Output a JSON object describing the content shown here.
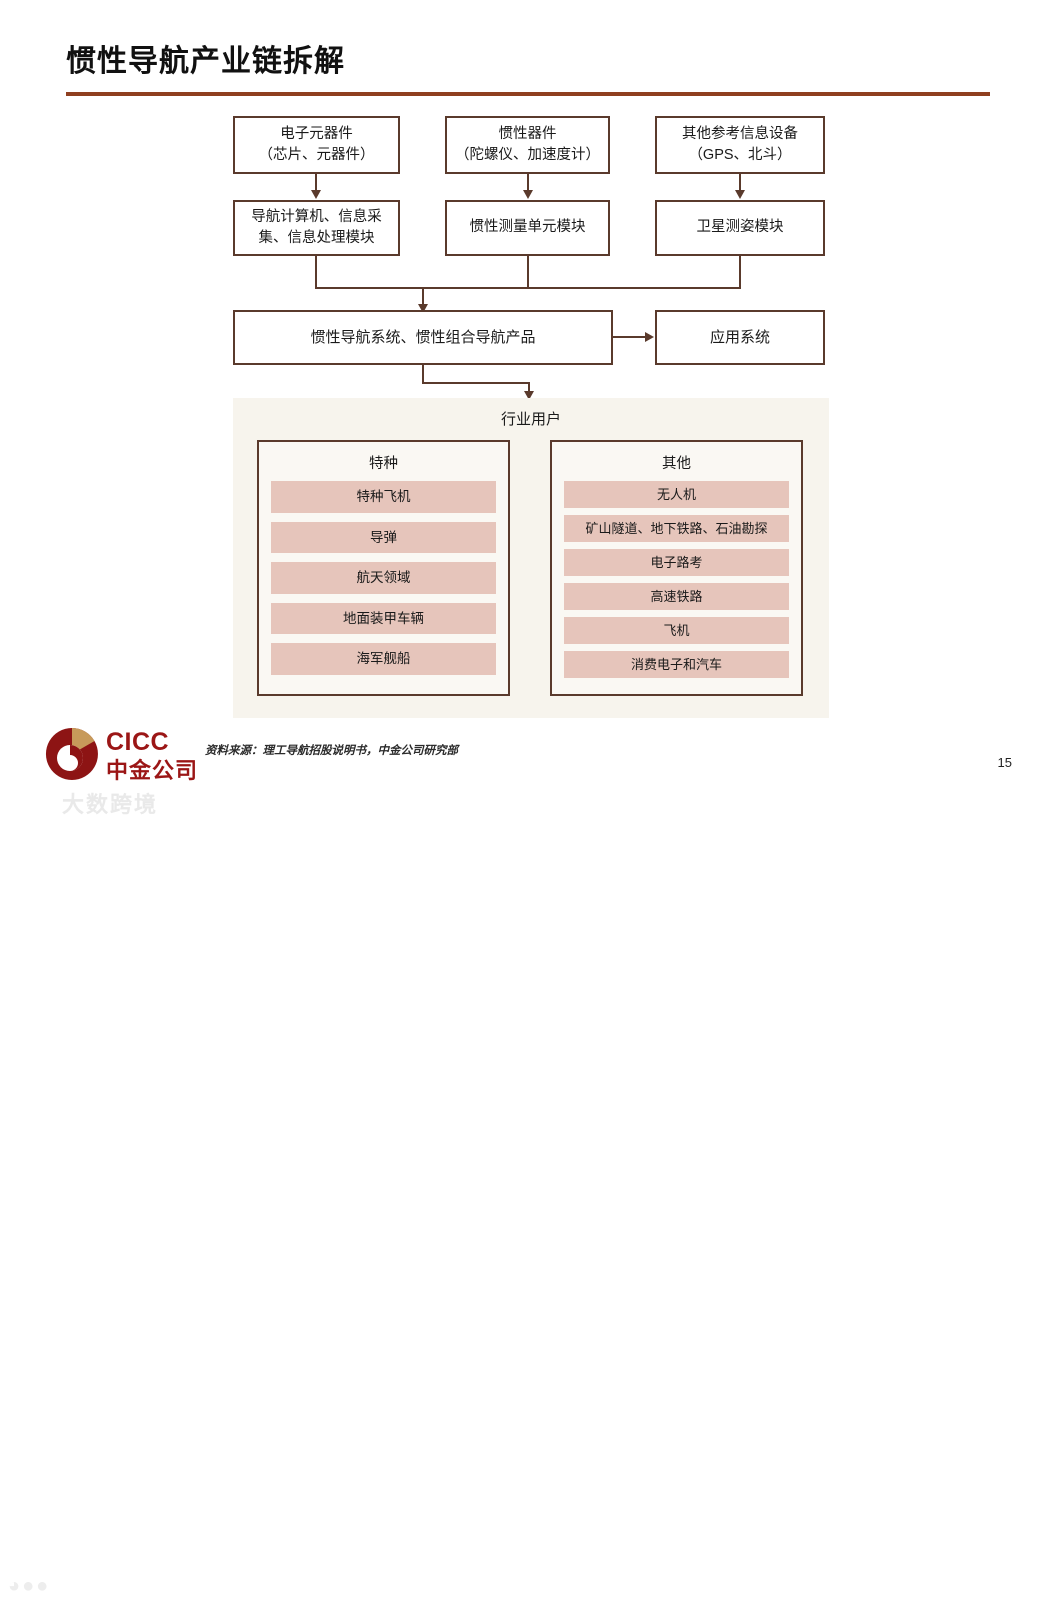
{
  "header": {
    "title": "惯性导航产业链拆解"
  },
  "flow": {
    "row1": [
      {
        "line1": "电子元器件",
        "line2": "（芯片、元器件）"
      },
      {
        "line1": "惯性器件",
        "line2": "（陀螺仪、加速度计）"
      },
      {
        "line1": "其他参考信息设备",
        "line2": "（GPS、北斗）"
      }
    ],
    "row2": [
      {
        "line1": "导航计算机、信息采",
        "line2": "集、信息处理模块"
      },
      {
        "line1": "惯性测量单元模块",
        "line2": ""
      },
      {
        "line1": "卫星测姿模块",
        "line2": ""
      }
    ],
    "row3": {
      "main": "惯性导航系统、惯性组合导航产品",
      "application": "应用系统"
    }
  },
  "users": {
    "title": "行业用户",
    "columns": [
      {
        "heading": "特种",
        "items": [
          "特种飞机",
          "导弹",
          "航天领域",
          "地面装甲车辆",
          "海军舰船"
        ]
      },
      {
        "heading": "其他",
        "items": [
          "无人机",
          "矿山隧道、地下铁路、石油勘探",
          "电子路考",
          "高速铁路",
          "飞机",
          "消费电子和汽车"
        ]
      }
    ]
  },
  "footer": {
    "source": "资料来源：理工导航招股说明书，中金公司研究部",
    "page_number": "15",
    "logo_en": "CICC",
    "logo_cn": "中金公司",
    "watermark": "大数跨境"
  },
  "colors": {
    "accent_rule": "#8f3f20",
    "box_border": "#5a3a2c",
    "chip_fill": "#e6c5bb",
    "panel_bg": "#f7f4ed",
    "logo_red": "#9b1616",
    "logo_gold": "#c79a5a"
  }
}
